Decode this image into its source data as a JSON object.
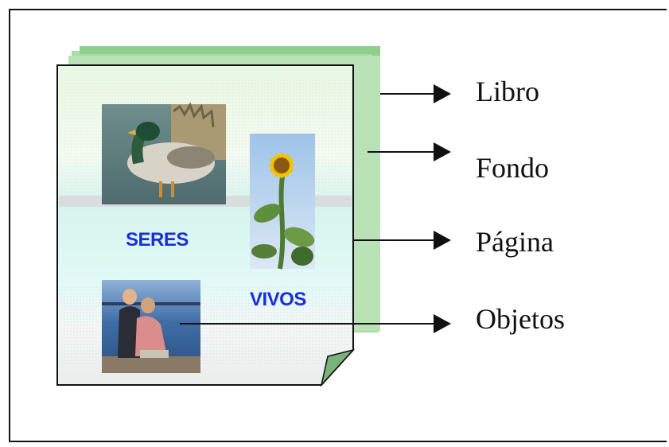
{
  "diagram": {
    "page_words": [
      "SERES",
      "VIVOS"
    ],
    "labels": [
      "Libro",
      "Fondo",
      "Página",
      "Objetos"
    ],
    "pictures": [
      "duck-photo",
      "sunflower-photo",
      "couple-photo"
    ],
    "colors": {
      "word": "#1a2fd8",
      "book_back": "#9dd49a",
      "page_top": "#eaf7e6",
      "page_middle": "#dff7f4",
      "page_bottom": "#eef3f6"
    }
  }
}
